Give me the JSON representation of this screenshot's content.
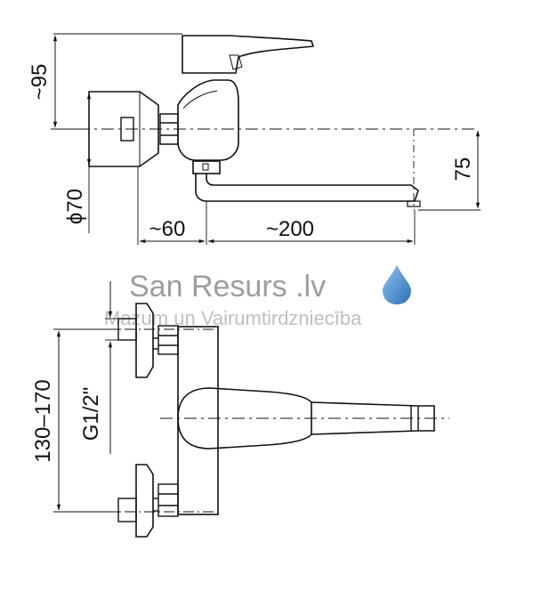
{
  "dimensions": {
    "lever_height": "~95",
    "diameter": "ϕ70",
    "wall_offset": "~60",
    "spout_length": "~200",
    "spout_height": "75",
    "centers": "130–170",
    "thread": "G1/2\""
  },
  "watermark": {
    "brand": "San Resurs .lv",
    "tagline": "Mazum un Vairumtirdzniecība",
    "drop_color": "#4a8fcf"
  }
}
